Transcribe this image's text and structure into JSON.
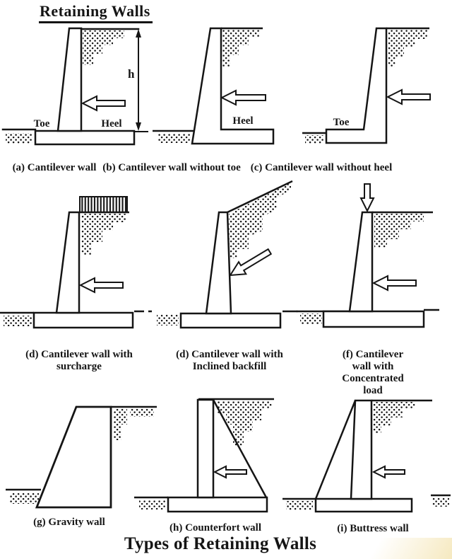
{
  "page": {
    "title": "Retaining Walls",
    "footer_title": "Types of Retaining Walls"
  },
  "colors": {
    "ink": "#151515",
    "paper": "#ffffff"
  },
  "panels": {
    "a": {
      "caption": "(a) Cantilever wall",
      "labels": {
        "toe": "Toe",
        "heel": "Heel",
        "height_dim": "h"
      }
    },
    "b": {
      "caption": "(b) Cantilever wall without toe",
      "labels": {
        "heel": "Heel"
      }
    },
    "c": {
      "caption": "(c) Cantilever wall without heel",
      "labels": {
        "toe": "Toe"
      }
    },
    "d": {
      "caption_line1": "(d) Cantilever wall with",
      "caption_line2": "surcharge"
    },
    "e": {
      "caption_line1": "(d) Cantilever wall with",
      "caption_line2": "Inclined backfill"
    },
    "f": {
      "caption_line1": "(f) Cantilever wall with",
      "caption_line2": "Concentrated load"
    },
    "g": {
      "caption": "(g) Gravity wall"
    },
    "h": {
      "caption": "(h) Counterfort wall"
    },
    "i": {
      "caption": "(i) Buttress wall"
    }
  }
}
